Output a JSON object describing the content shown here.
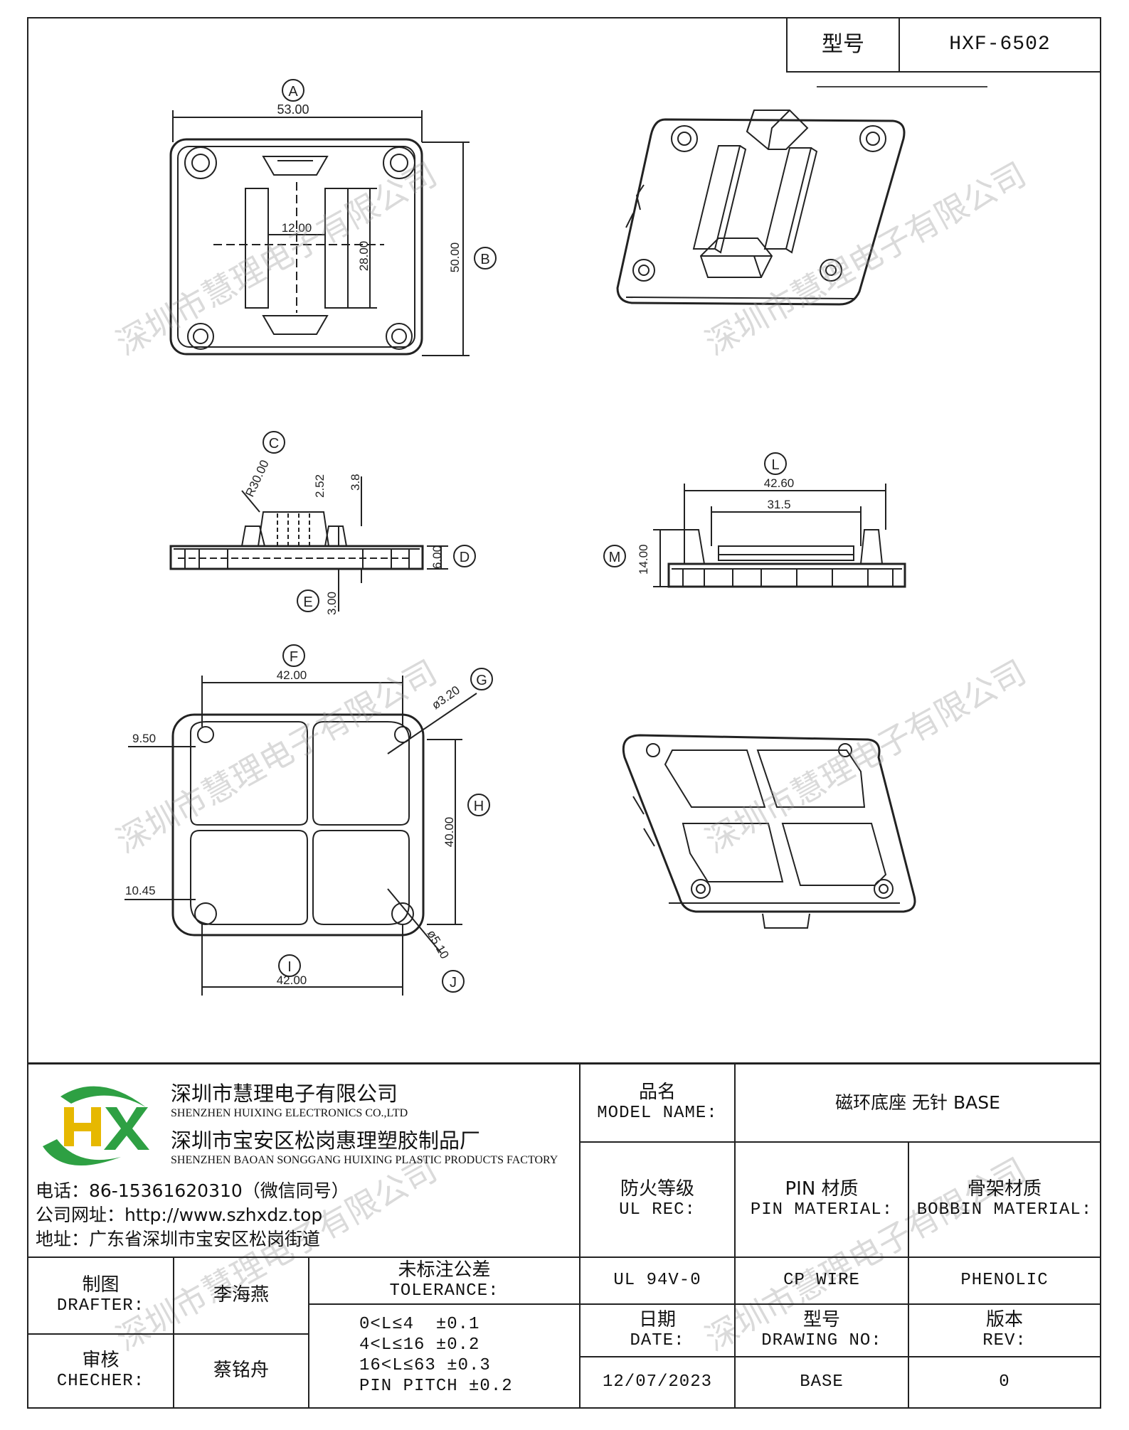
{
  "header": {
    "model_label": "型号",
    "model_value": "HXF-6502"
  },
  "drawing": {
    "top_view": {
      "dim_a_circle": "A",
      "dim_a": "53.00",
      "dim_b_circle": "B",
      "dim_b": "50.00",
      "dim_12": "12.00",
      "dim_28": "28.00"
    },
    "side_view": {
      "c_circle": "C",
      "r_label": "R30.00",
      "dim_252": "2.52",
      "dim_38": "3.8",
      "d_circle": "D",
      "dim_d": "6.00",
      "e_circle": "E",
      "dim_e": "3.00"
    },
    "front_view": {
      "l_circle": "L",
      "dim_l": "42.60",
      "dim_315": "31.5",
      "m_circle": "M",
      "dim_m": "14.00"
    },
    "bottom_view": {
      "f_circle": "F",
      "dim_f": "42.00",
      "g_circle": "G",
      "dim_g": "ø3.20",
      "dim_950": "9.50",
      "h_circle": "H",
      "dim_h": "40.00",
      "dim_1045": "10.45",
      "i_circle": "I",
      "dim_i": "42.00",
      "j_circle": "J",
      "dim_j": "ø5.10"
    }
  },
  "watermark": "深圳市慧理电子有限公司",
  "company": {
    "logo_text": "HX",
    "name_cn": "深圳市慧理电子有限公司",
    "name_en": "SHENZHEN HUIXING ELECTRONICS CO.,LTD",
    "factory_cn": "深圳市宝安区松岗惠理塑胶制品厂",
    "factory_en": "SHENZHEN BAOAN SONGGANG HUIXING PLASTIC PRODUCTS FACTORY",
    "phone": "电话：86-15361620310（微信同号）",
    "website": "公司网址：http://www.szhxdz.top",
    "address": "地址：广东省深圳市宝安区松岗街道"
  },
  "title_block": {
    "model_name_cn": "品名",
    "model_name_en": "MODEL NAME:",
    "model_name_value": "磁环底座 无针 BASE",
    "ul_cn": "防火等级",
    "ul_en": "UL REC:",
    "pin_cn": "PIN 材质",
    "pin_en": "PIN MATERIAL:",
    "bobbin_cn": "骨架材质",
    "bobbin_en": "BOBBIN MATERIAL:",
    "ul_value": "UL 94V-0",
    "pin_value": "CP WIRE",
    "bobbin_value": "PHENOLIC",
    "drafter_cn": "制图",
    "drafter_en": "DRAFTER:",
    "drafter_name": "李海燕",
    "checker_cn": "审核",
    "checker_en": "CHECHER:",
    "checker_name": "蔡铭舟",
    "tol_cn": "未标注公差",
    "tol_en": "TOLERANCE:",
    "tol_1": "0<L≤4  ±0.1",
    "tol_2": "4<L≤16 ±0.2",
    "tol_3": "16<L≤63 ±0.3",
    "tol_4": "PIN PITCH ±0.2",
    "date_cn": "日期",
    "date_en": "DATE:",
    "date_value": "12/07/2023",
    "drawing_no_cn": "型号",
    "drawing_no_en": "DRAWING NO:",
    "drawing_no_value": "BASE",
    "rev_cn": "版本",
    "rev_en": "REV:",
    "rev_value": "0"
  }
}
